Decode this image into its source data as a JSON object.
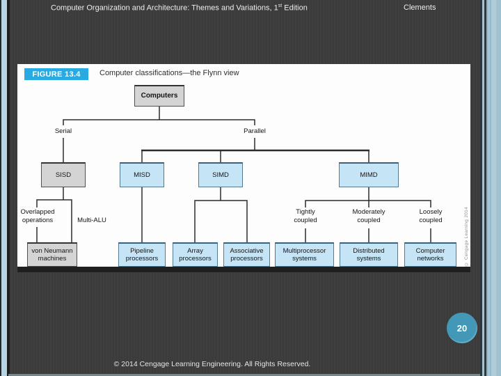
{
  "header": {
    "title_prefix": "Computer Organization and Architecture: Themes and Variations, 1",
    "title_sup": "st",
    "title_suffix": " Edition",
    "author": "Clements"
  },
  "figure": {
    "label": "FIGURE 13.4",
    "caption": "Computer classifications—the Flynn view",
    "credit": "© Cengage Learning 2014"
  },
  "diagram": {
    "nodes": [
      {
        "id": "computers",
        "label": "Computers",
        "shape": "box",
        "style": "gray"
      },
      {
        "id": "serial",
        "label": "Serial",
        "shape": "label"
      },
      {
        "id": "parallel",
        "label": "Parallel",
        "shape": "label"
      },
      {
        "id": "sisd",
        "label": "SISD",
        "shape": "box",
        "style": "gray"
      },
      {
        "id": "misd",
        "label": "MISD",
        "shape": "box",
        "style": "blue"
      },
      {
        "id": "simd",
        "label": "SIMD",
        "shape": "box",
        "style": "blue"
      },
      {
        "id": "mimd",
        "label": "MIMD",
        "shape": "box",
        "style": "blue"
      },
      {
        "id": "overlapped",
        "label": "Overlapped operations",
        "shape": "label"
      },
      {
        "id": "multi-alu",
        "label": "Multi-ALU",
        "shape": "label"
      },
      {
        "id": "tightly",
        "label": "Tightly coupled",
        "shape": "label"
      },
      {
        "id": "moderately",
        "label": "Moderately coupled",
        "shape": "label"
      },
      {
        "id": "loosely",
        "label": "Loosely coupled",
        "shape": "label"
      },
      {
        "id": "von-neumann",
        "label": "von Neumann machines",
        "shape": "box",
        "style": "gray"
      },
      {
        "id": "pipeline",
        "label": "Pipeline processors",
        "shape": "box",
        "style": "blue"
      },
      {
        "id": "array",
        "label": "Array processors",
        "shape": "box",
        "style": "blue"
      },
      {
        "id": "associative",
        "label": "Associative processors",
        "shape": "box",
        "style": "blue"
      },
      {
        "id": "multiprocessor",
        "label": "Multiprocessor systems",
        "shape": "box",
        "style": "blue"
      },
      {
        "id": "distributed",
        "label": "Distributed systems",
        "shape": "box",
        "style": "blue"
      },
      {
        "id": "networks",
        "label": "Computer networks",
        "shape": "box",
        "style": "blue"
      }
    ]
  },
  "page_number": "20",
  "footer": {
    "copyright": "© 2014 Cengage Learning Engineering. All Rights Reserved."
  },
  "colors": {
    "slide_background": "#3e3e3e",
    "figure_label_bg": "#29abe2",
    "box_blue_fill": "#c5e4f5",
    "box_gray_fill": "#d4d4d4",
    "line_color": "#2b2b2b",
    "badge_bg": "#4298b6",
    "border_light_blue": "#a9c6d4"
  }
}
